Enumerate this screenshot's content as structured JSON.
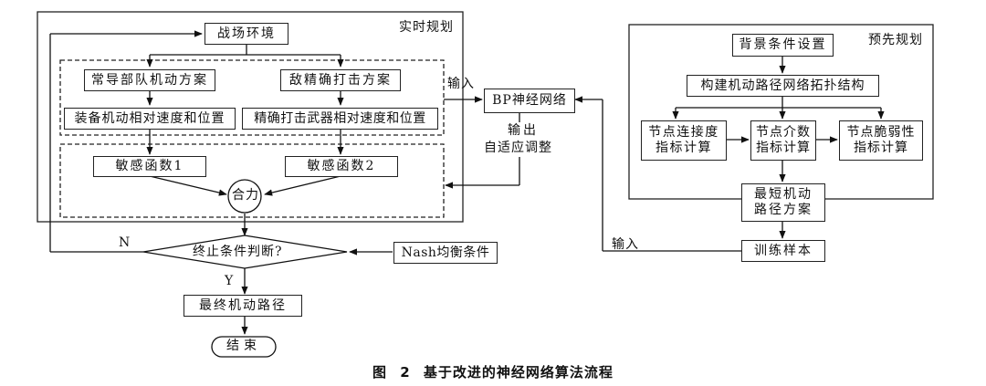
{
  "diagram": {
    "left_panel": {
      "title": "实时规划",
      "nodes": {
        "battlefield": "战场环境",
        "regular_troop_plan": "常导部队机动方案",
        "enemy_strike_plan": "敌精确打击方案",
        "equipment_speed_pos": "装备机动相对速度和位置",
        "weapon_speed_pos": "精确打击武器相对速度和位置",
        "sensitivity1": "敏感函数1",
        "sensitivity2": "敏感函数2",
        "resultant": "合力",
        "termination": "终止条件判断?",
        "nash": "Nash均衡条件",
        "final_path": "最终机动路径",
        "end": "结束"
      },
      "edge_labels": {
        "no": "N",
        "yes": "Y"
      }
    },
    "center": {
      "bp_network": "BP神经网络",
      "input_label_top": "输入",
      "output_label": "输出",
      "adaptive_label": "自适应调整",
      "input_label_bottom": "输入"
    },
    "right_panel": {
      "title": "预先规划",
      "nodes": {
        "background": "背景条件设置",
        "topology": "构建机动路径网络拓扑结构",
        "connectivity": "节点连接度\n指标计算",
        "betweenness": "节点介数\n指标计算",
        "vulnerability": "节点脆弱性\n指标计算",
        "shortest_path": "最短机动\n路径方案",
        "training": "训练样本"
      }
    }
  },
  "caption": "图 2   基于改进的神经网络算法流程"
}
